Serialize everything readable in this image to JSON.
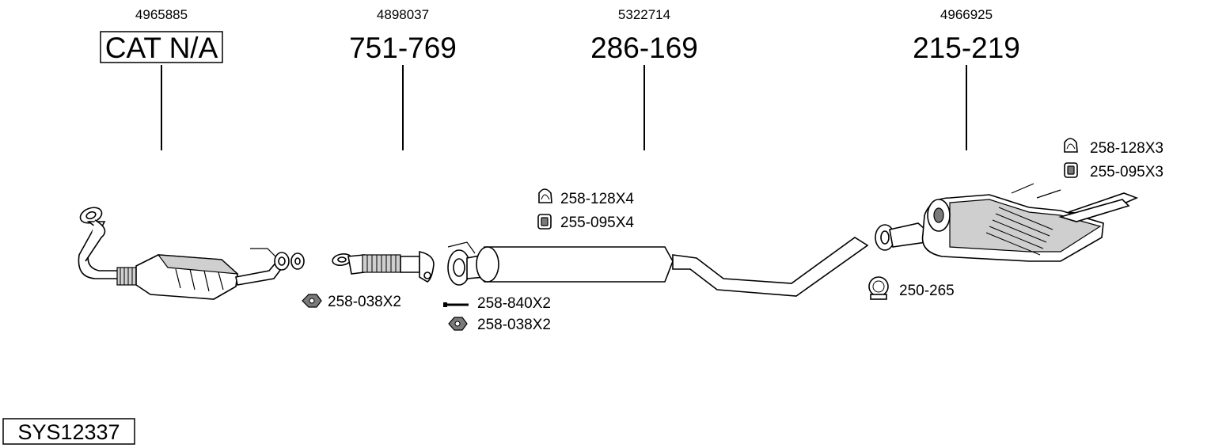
{
  "system_code": "SYS12337",
  "sections": [
    {
      "oem": "4965885",
      "part": "CAT N/A"
    },
    {
      "oem": "4898037",
      "part": "751-769"
    },
    {
      "oem": "5322714",
      "part": "286-169"
    },
    {
      "oem": "4966925",
      "part": "215-219"
    }
  ],
  "accessories": {
    "hanger_mid": "258-128X4",
    "rubber_mid": "255-095X4",
    "nut_cat": "258-038X2",
    "bolt_mid": "258-840X2",
    "nut_mid": "258-038X2",
    "clamp": "250-265",
    "hanger_rear": "258-128X3",
    "rubber_rear": "255-095X3"
  },
  "icons": {
    "hanger": "hanger-icon",
    "rubber": "rubber-mount-icon",
    "nut": "nut-icon",
    "bolt": "bolt-icon",
    "clamp": "clamp-icon"
  }
}
